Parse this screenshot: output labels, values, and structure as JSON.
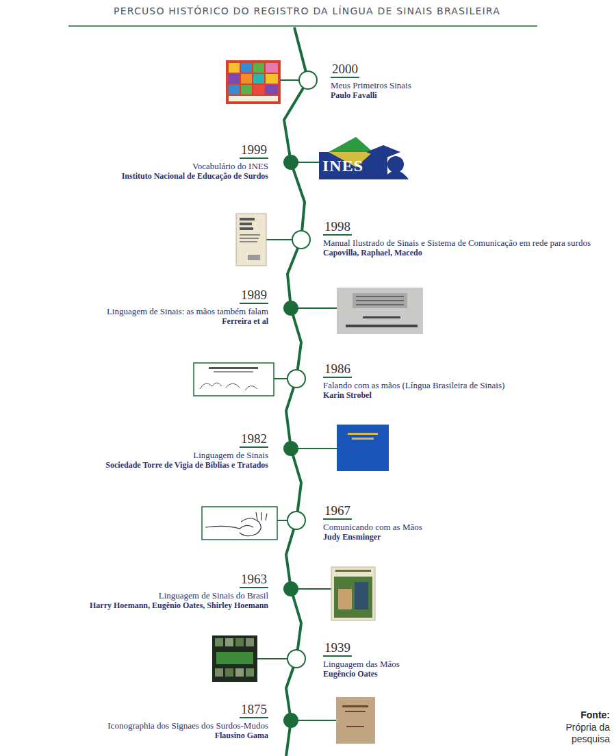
{
  "diagram": {
    "title": "PERCUSO HISTÓRICO DO REGISTRO DA LÍNGUA DE SINAIS BRASILEIRA",
    "nodes": [
      {
        "text": [
          "2000",
          "Meus Primeiros Sinais",
          "Paulo Favalli"
        ]
      },
      {
        "text": [
          "1999",
          "Vocabulário do INES",
          "Instituto Nacional de Educação de Surdos"
        ]
      },
      {
        "text": [
          "1998",
          "Manual Ilustrado de Sinais e Sistema de Comunicação em rede para surdos",
          "Capovilla, Raphael, Macedo"
        ]
      },
      {
        "text": [
          "1989",
          "Linguagem de Sinais: as mãos também falam",
          "Ferreira et al"
        ]
      },
      {
        "text": [
          "1986",
          "Falando com as mãos (Língua Brasileira de Sinais)",
          "Karin Strobel"
        ]
      },
      {
        "text": [
          "1982",
          "Linguagem de Sinais",
          "Sociedade Torre de Vigia de Bíblias e Tratados"
        ]
      },
      {
        "text": [
          "1967",
          "Comunicando com as Mãos",
          "Judy Ensminger"
        ]
      },
      {
        "text": [
          "1963",
          "Linguagem de Sinais do Brasil",
          "Harry Hoemann, Eugênio Oates, Shirley Hoemann"
        ]
      },
      {
        "text": [
          "1939",
          "Linguagem das Mãos",
          "Eugêncio Oates"
        ]
      },
      {
        "text": [
          "1875",
          "Iconographia dos Signaes dos Surdos-Mudos",
          "Flausino Gama"
        ]
      }
    ],
    "labels": [
      "INES",
      "Fonte:",
      "Própria da pesquisa"
    ]
  }
}
